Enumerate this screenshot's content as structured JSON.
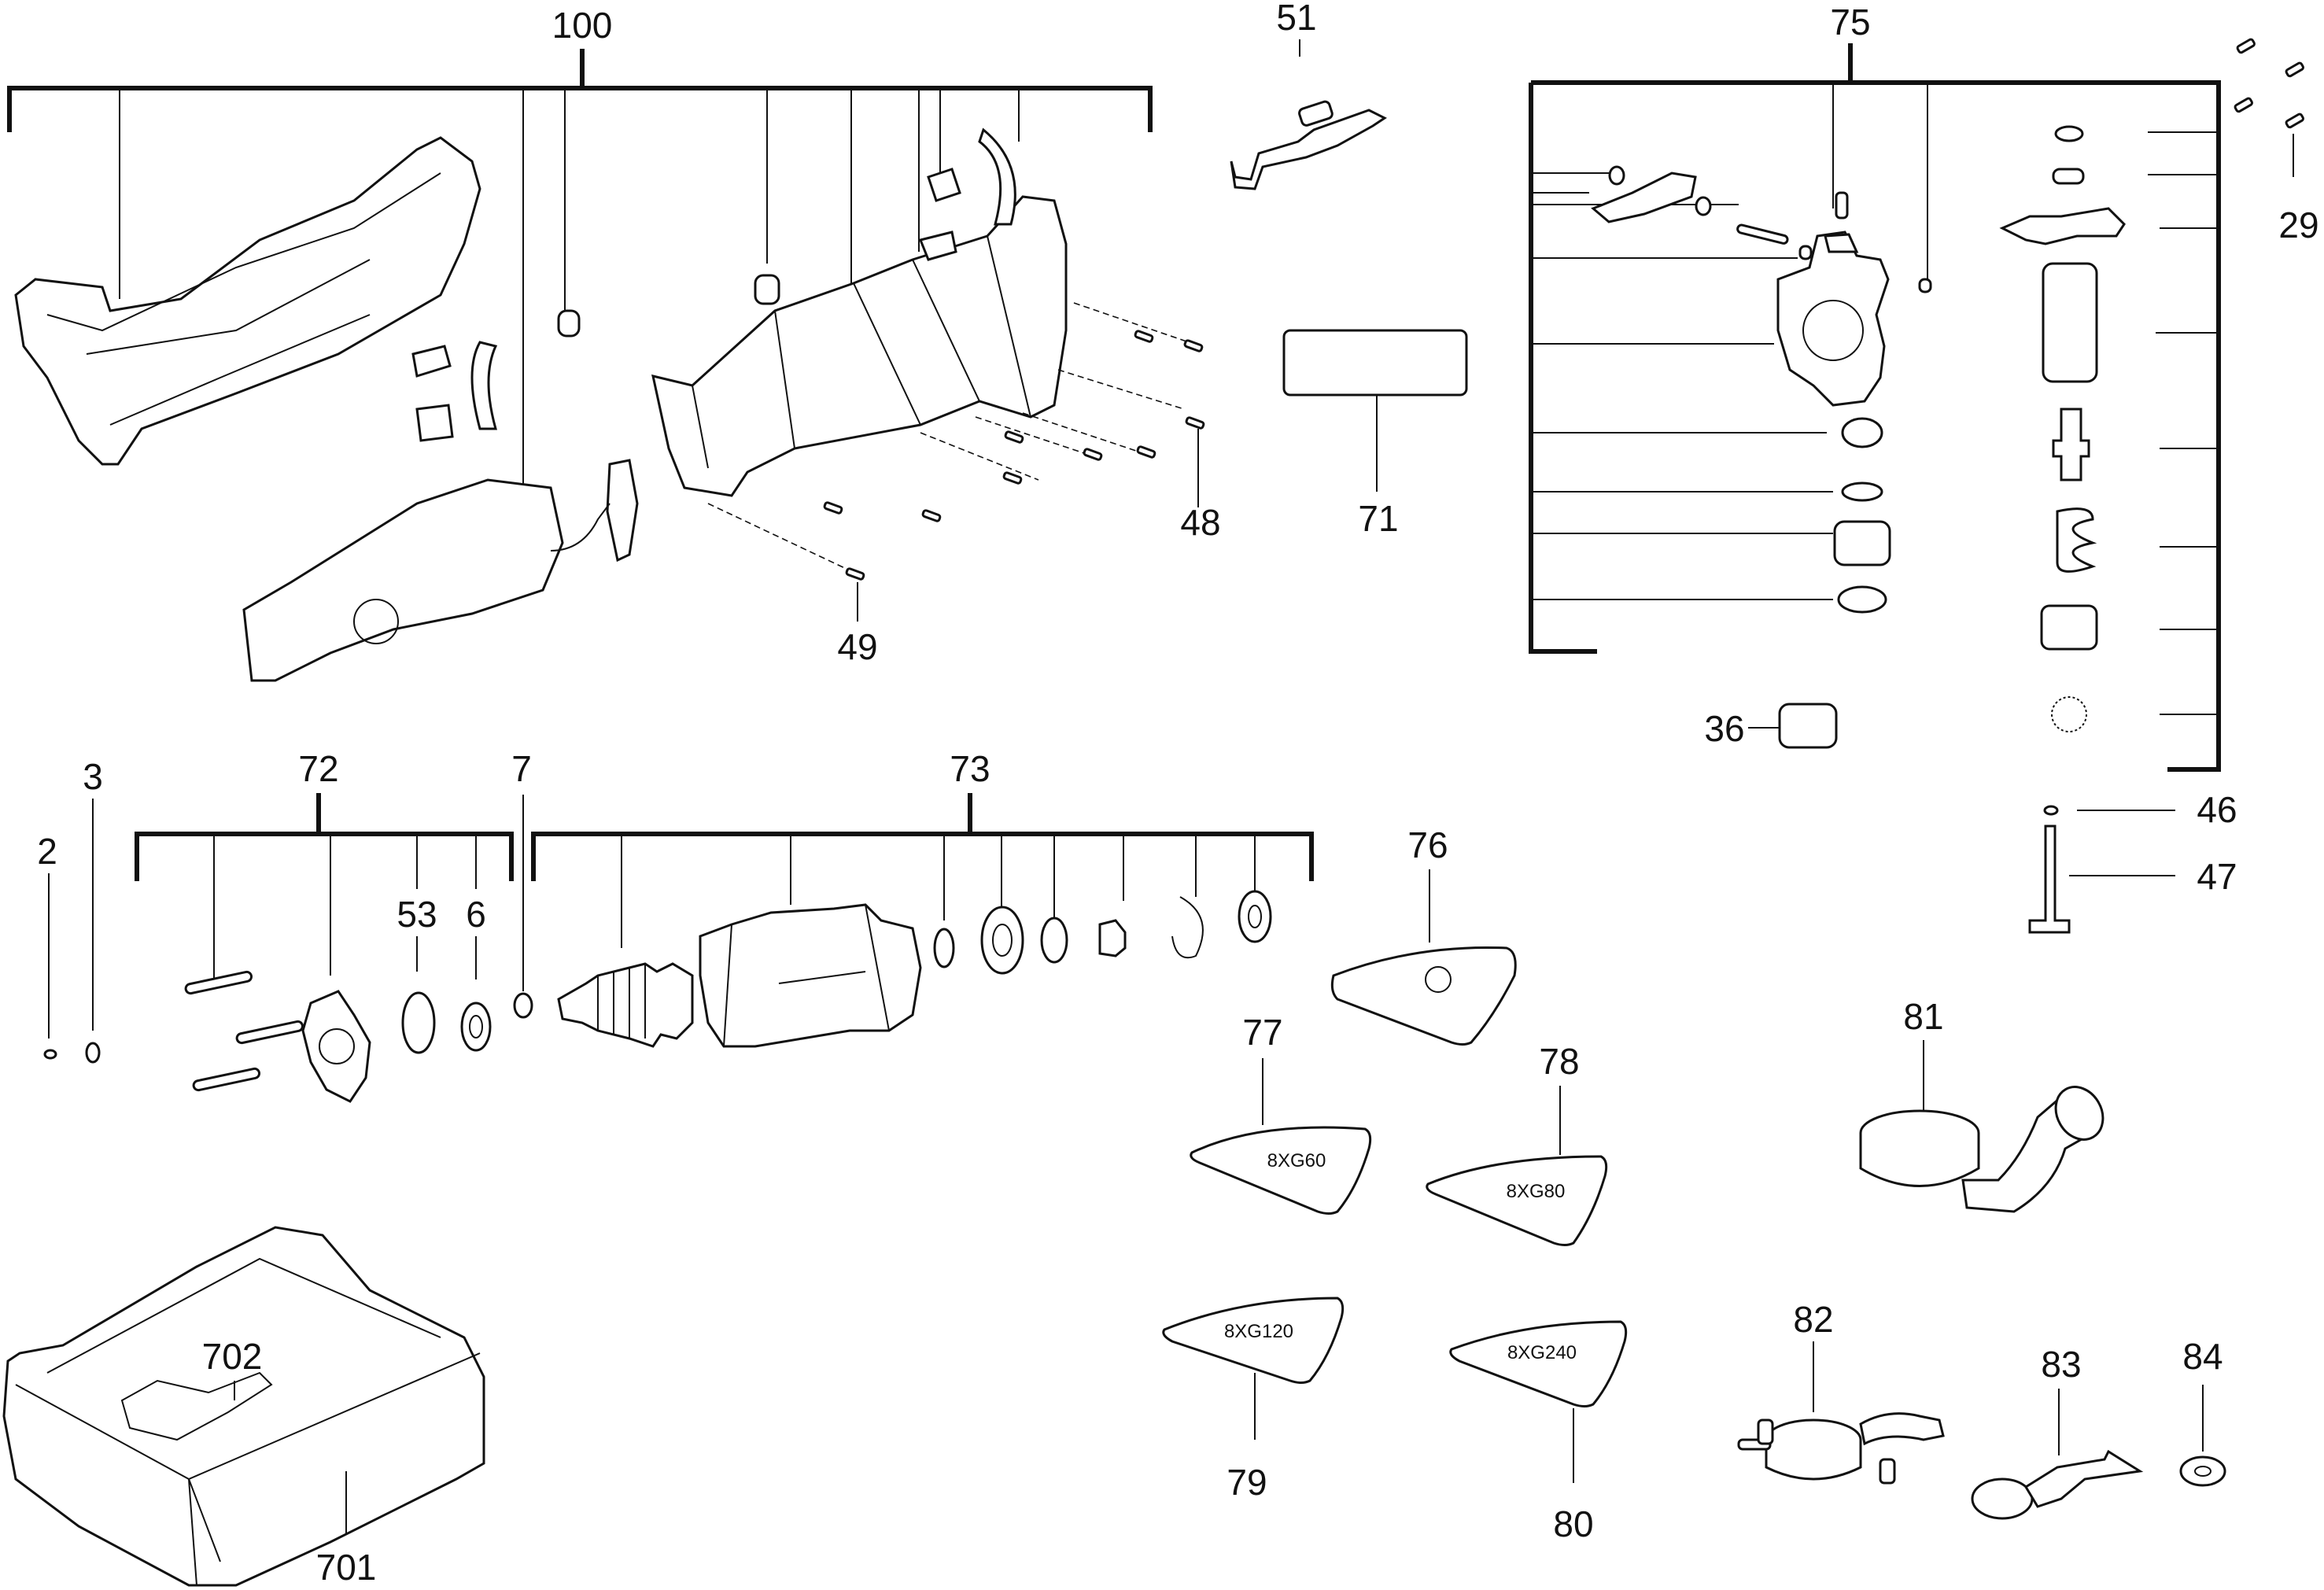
{
  "diagram": {
    "type": "exploded-parts-diagram",
    "callouts": {
      "c100": "100",
      "c51": "51",
      "c75": "75",
      "c29": "29",
      "c48": "48",
      "c49": "49",
      "c71": "71",
      "c36": "36",
      "c46": "46",
      "c47": "47",
      "c2": "2",
      "c3": "3",
      "c72": "72",
      "c7": "7",
      "c73": "73",
      "c53": "53",
      "c6": "6",
      "c76": "76",
      "c77": "77",
      "c78": "78",
      "c79": "79",
      "c80": "80",
      "c81": "81",
      "c82": "82",
      "c83": "83",
      "c84": "84",
      "c701": "701",
      "c702": "702"
    },
    "sanding_sheets": {
      "s77": "8XG60",
      "s78": "8XG80",
      "s79": "8XG120",
      "s80": "8XG240"
    }
  }
}
